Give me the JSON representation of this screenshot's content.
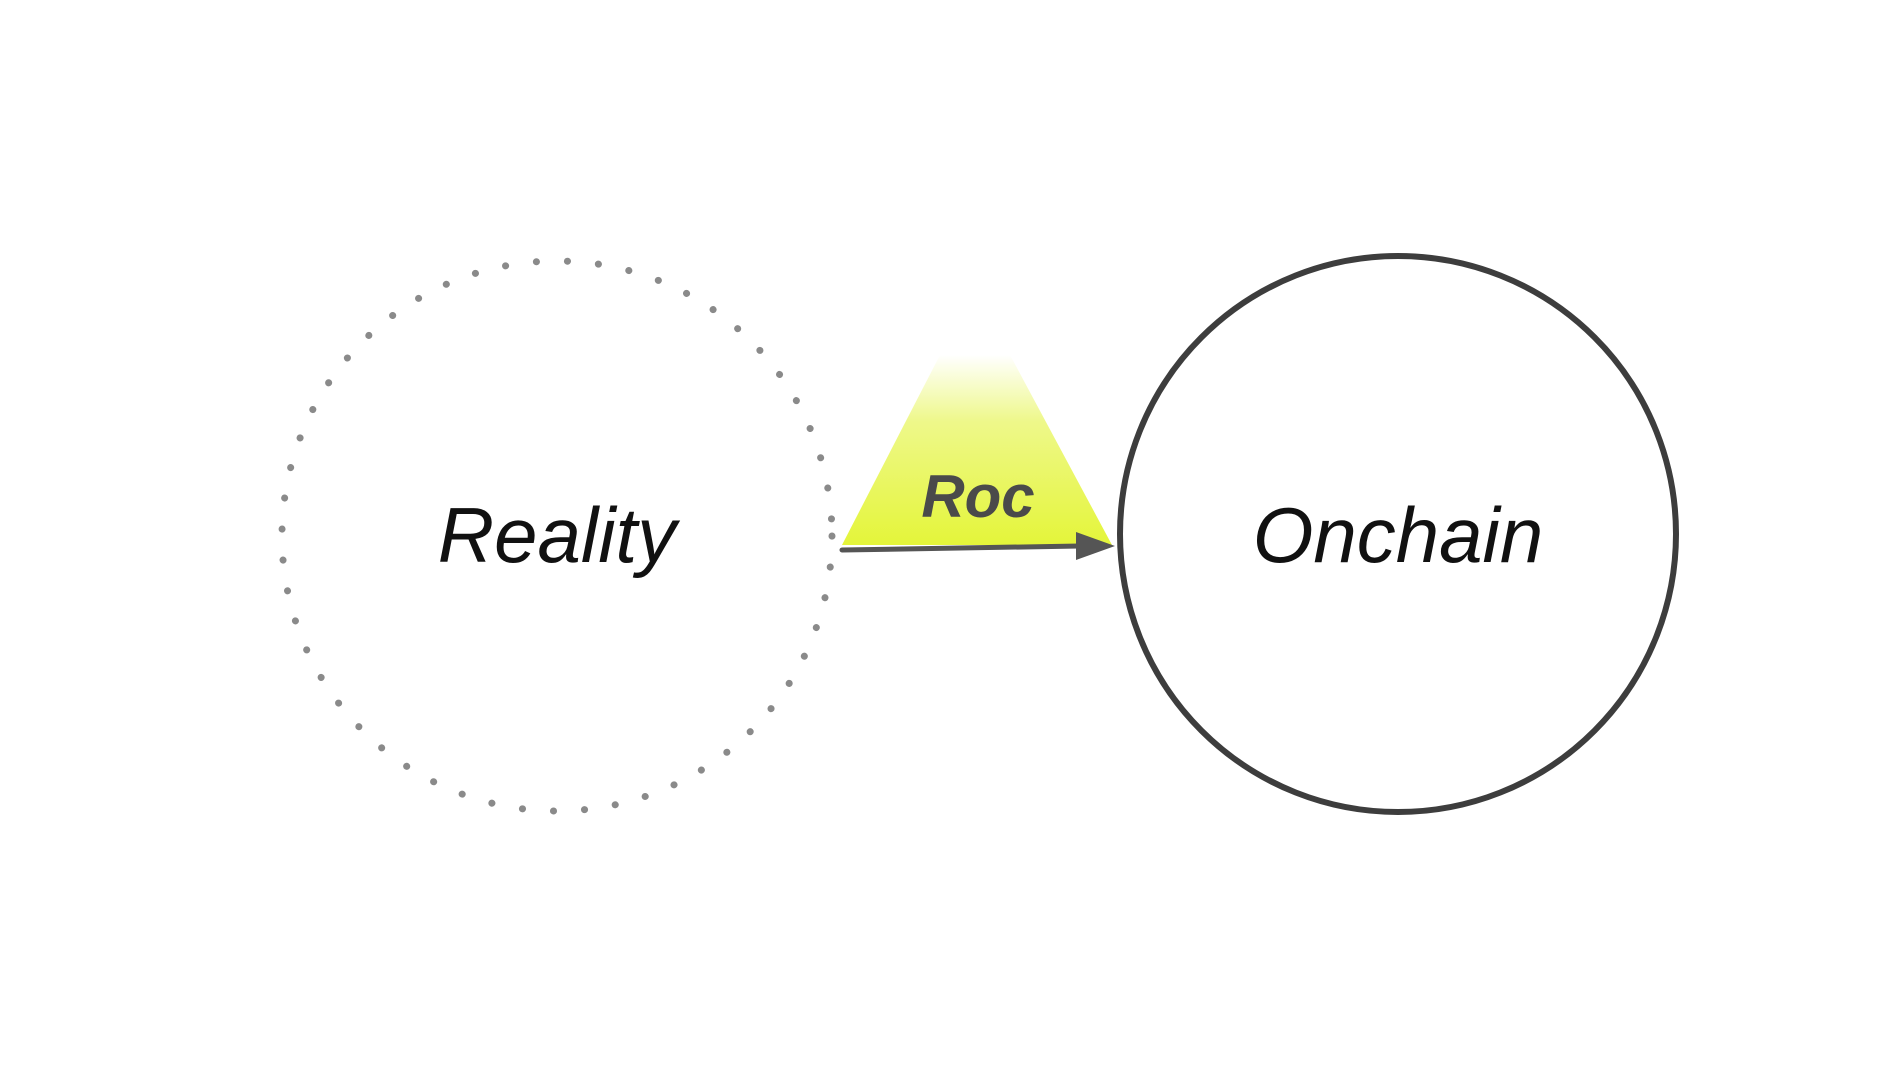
{
  "diagram": {
    "source_node": {
      "label": "Reality",
      "border_style": "dotted",
      "border_color": "#8a8a8a"
    },
    "target_node": {
      "label": "Onchain",
      "border_style": "solid",
      "border_color": "#3d3d3d"
    },
    "bridge": {
      "label": "Roc",
      "highlight_color": "#e4f53a",
      "arrow_color": "#555555",
      "direction": "Reality to Onchain"
    }
  }
}
